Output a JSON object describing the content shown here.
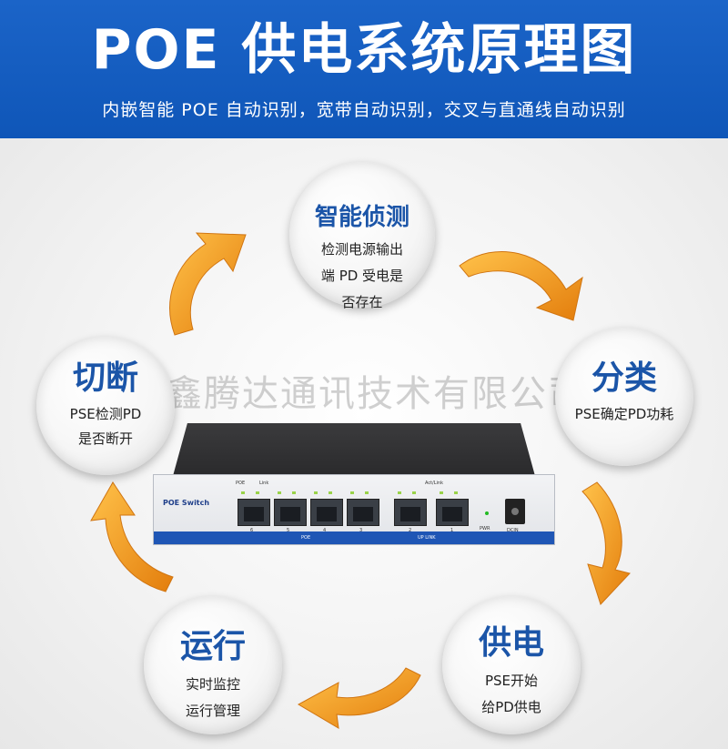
{
  "header": {
    "title": "POE 供电系统原理图",
    "subtitle": "内嵌智能 POE 自动识别，宽带自动识别，交叉与直通线自动识别"
  },
  "nodes": {
    "top": {
      "title": "智能侦测",
      "lines": [
        "检测电源输出",
        "端 PD 受电是",
        "否存在"
      ]
    },
    "right": {
      "title": "分类",
      "lines": [
        "PSE确定PD功耗"
      ]
    },
    "br": {
      "title": "供电",
      "lines": [
        "PSE开始",
        "给PD供电"
      ]
    },
    "bl": {
      "title": "运行",
      "lines": [
        "实时监控",
        "运行管理"
      ]
    },
    "left": {
      "title": "切断",
      "lines": [
        "PSE检测PD",
        "是否断开"
      ]
    }
  },
  "watermark": "深圳市鑫腾达通讯技术有限公司",
  "switch": {
    "brand": "POE Switch",
    "poe_label": "POE",
    "link_label": "Link",
    "poe_group_label": "POE",
    "actlink_label": "Act/Link",
    "uplink_label": "UP LINK",
    "pwr_label": "PWR",
    "dcin_label": "DCIN",
    "port_numbers": [
      "6",
      "5",
      "4",
      "3",
      "2",
      "1"
    ]
  },
  "colors": {
    "header_blue": "#1b64c8",
    "title_blue": "#1b55a8",
    "arrow_orange": "#f39a1a"
  }
}
